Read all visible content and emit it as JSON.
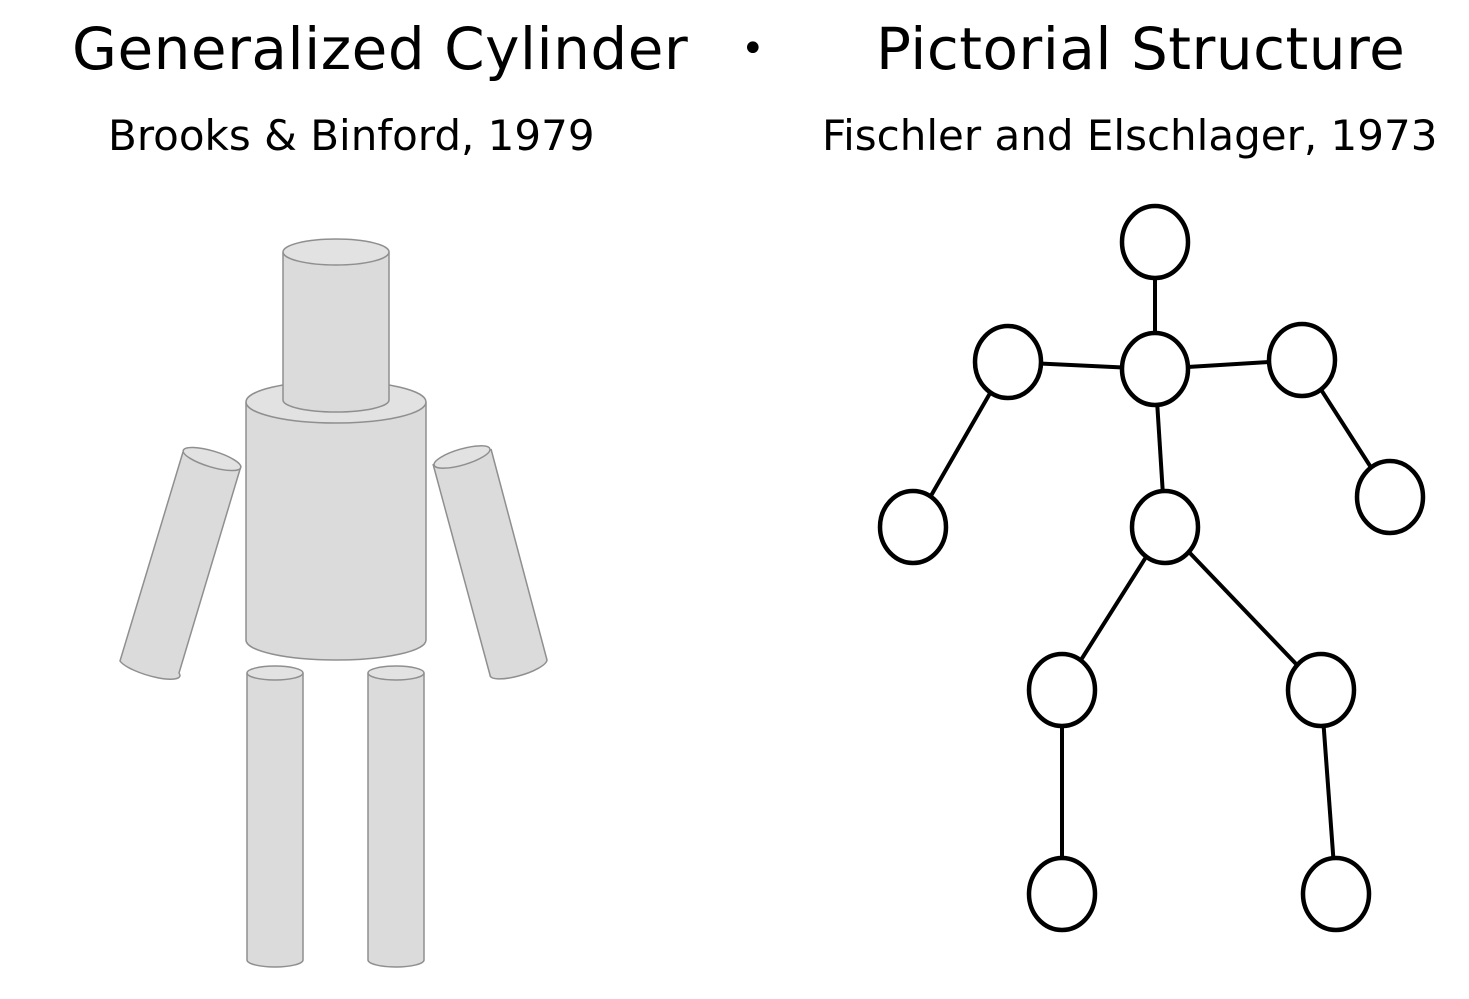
{
  "left": {
    "title": "Generalized Cylinder",
    "citation": "Brooks & Binford, 1979"
  },
  "separator": "•",
  "right": {
    "title": "Pictorial Structure",
    "citation": "Fischler and Elschlager, 1973"
  },
  "colors": {
    "cylinder_fill": "#dbdbdb",
    "cylinder_stroke": "#8f8f8f",
    "graph_stroke": "#000000",
    "node_fill": "#ffffff"
  }
}
